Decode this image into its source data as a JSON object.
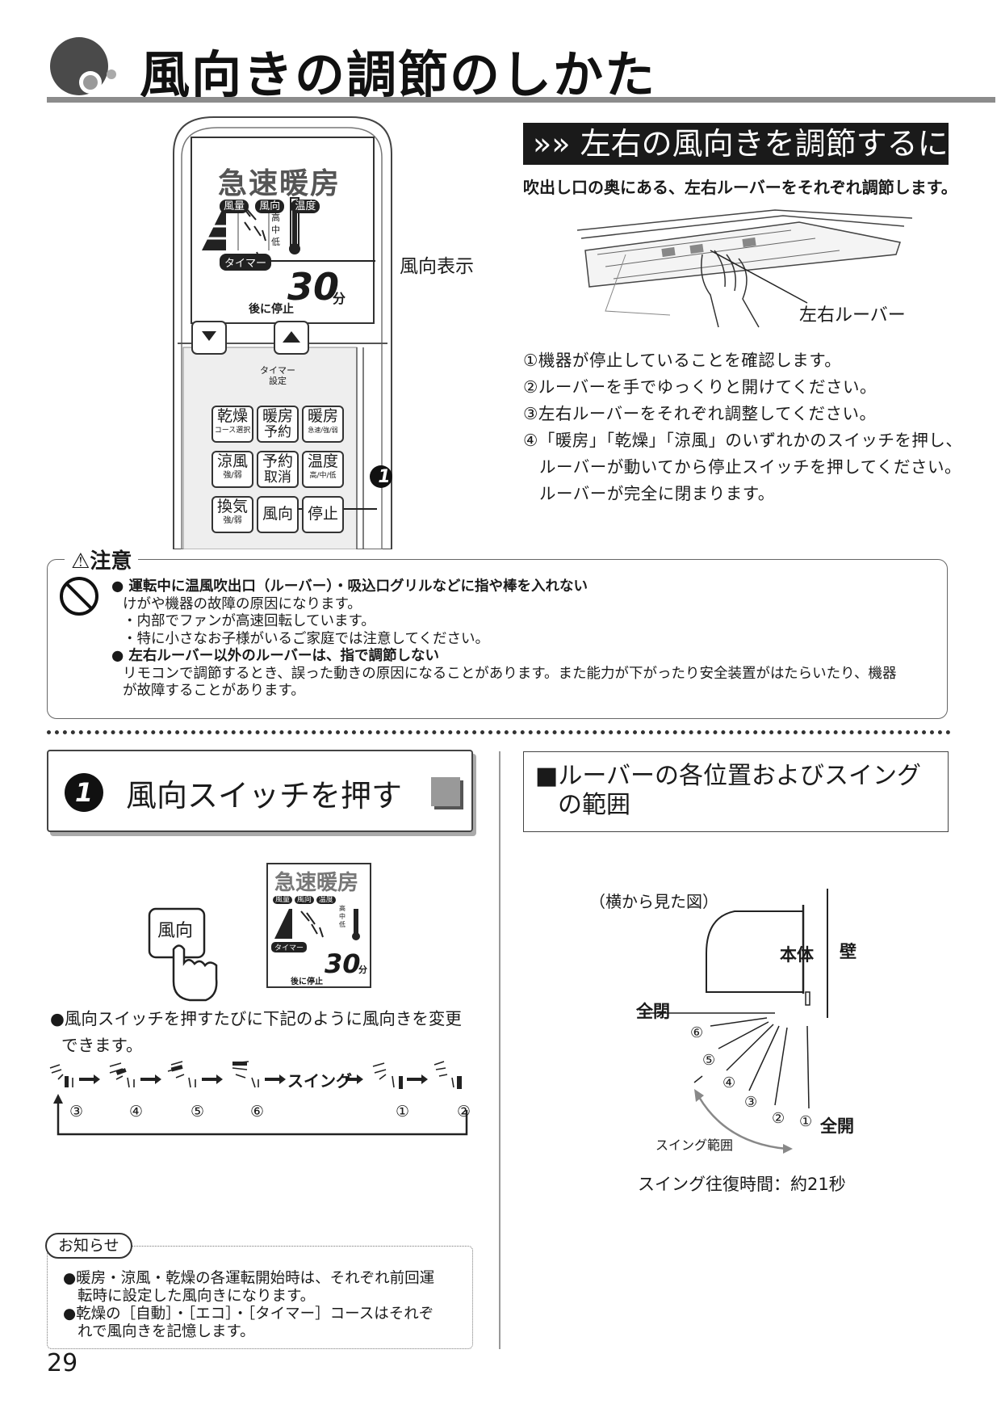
{
  "header": {
    "title": "風向きの調節のしかた"
  },
  "remote": {
    "lcd_mode": "急速暖房",
    "lcd_badges": [
      "風量",
      "風向",
      "温度"
    ],
    "lcd_temp_levels": [
      "高",
      "中",
      "低"
    ],
    "lcd_timer_badge": "タイマー",
    "lcd_time": "30",
    "lcd_time_unit": "分",
    "lcd_after": "後に停止",
    "callout_wind_display": "風向表示",
    "timer_label": "タイマー\n設定",
    "buttons": [
      {
        "main": "乾燥",
        "sub": "コース選択"
      },
      {
        "main": "暖房",
        "sub": "予約"
      },
      {
        "main": "暖房",
        "sub": "急速/強/弱"
      },
      {
        "main": "涼風",
        "sub": "強/弱"
      },
      {
        "main": "予約",
        "sub": "取消"
      },
      {
        "main": "温度",
        "sub": "高/中/低"
      },
      {
        "main": "換気",
        "sub": "強/弱"
      },
      {
        "main": "風向",
        "sub": ""
      },
      {
        "main": "停止",
        "sub": ""
      }
    ],
    "callout_number": "1"
  },
  "lr_section": {
    "banner": "»» 左右の風向きを調節するには",
    "description": "吹出し口の奥にある、左右ルーバーをそれぞれ調節します。",
    "louver_label": "左右ルーバー",
    "steps": [
      "①機器が停止していることを確認します。",
      "②ルーバーを手でゆっくりと開けてください。",
      "③左右ルーバーをそれぞれ調整してください。",
      "④「暖房」「乾燥」「涼風」のいずれかのスイッチを押し、",
      "ルーバーが動いてから停止スイッチを押してください。",
      "ルーバーが完全に閉まります。"
    ]
  },
  "caution": {
    "heading": "注意",
    "item1_title": "運転中に温風吹出口（ルーバー）・吸込口グリルなどに指や棒を入れない",
    "item1_desc": "けがや機器の故障の原因になります。",
    "item1_sub1": "・内部でファンが高速回転しています。",
    "item1_sub2": "・特に小さなお子様がいるご家庭では注意してください。",
    "item2_title": "左右ルーバー以外のルーバーは、指で調節しない",
    "item2_desc1": "リモコンで調節するとき、誤った動きの原因になることがあります。また能力が下がったり安全装置がはたらいたり、機器",
    "item2_desc2": "が故障することがあります。"
  },
  "step1": {
    "number": "1",
    "title": "風向スイッチを押す",
    "button_label": "風向",
    "desc1": "●風向スイッチを押すたびに下記のように風向きを変更",
    "desc2": "できます。",
    "swing": "スイング",
    "sequence_nums": [
      "③",
      "④",
      "⑤",
      "⑥",
      "①",
      "②"
    ]
  },
  "info": {
    "tag": "お知らせ",
    "line1": "●暖房・涼風・乾燥の各運転開始時は、それぞれ前回運",
    "line2": "転時に設定した風向きになります。",
    "line3": "●乾燥の［自動］・［エコ］・［タイマー］コースはそれぞ",
    "line4": "れで風向きを記憶します。"
  },
  "page_number": "29",
  "louver_positions": {
    "title_line1": "■ルーバーの各位置およびスイング",
    "title_line2": "の範囲",
    "side_view": "（横から見た図）",
    "body": "本体",
    "wall": "壁",
    "closed": "全閉",
    "open": "全開",
    "positions": [
      "⑥",
      "⑤",
      "④",
      "③",
      "②",
      "①"
    ],
    "swing_range": "スイング範囲",
    "round_trip": "スイング往復時間：約21秒"
  }
}
